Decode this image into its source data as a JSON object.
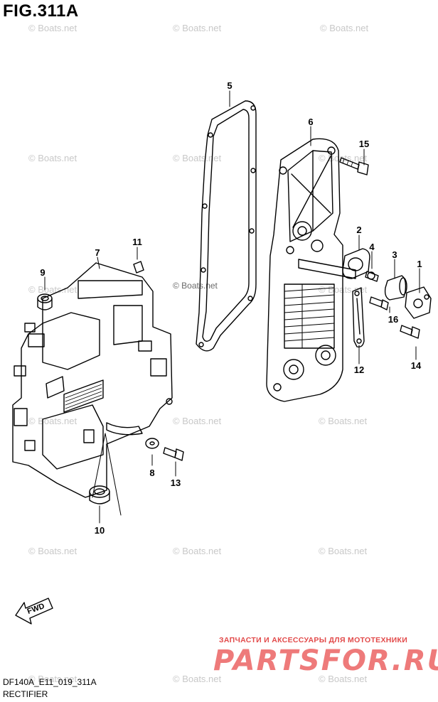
{
  "figure": {
    "title": "FIG.311A",
    "code": "DF140A_E11_019_311A",
    "caption": "RECTIFIER",
    "fwd_label": "FWD"
  },
  "callouts": [
    "1",
    "2",
    "3",
    "4",
    "5",
    "6",
    "7",
    "8",
    "9",
    "10",
    "11",
    "12",
    "13",
    "14",
    "15",
    "16"
  ],
  "watermark": "© Boats.net",
  "promo": {
    "tagline": "ЗАПЧАСТИ И АКСЕССУАРЫ ДЛЯ МОТОТЕХНИКИ",
    "brand": "PARTSFOR.RU",
    "brand_color": "#ee7a7a",
    "tagline_color": "#e24a4a"
  }
}
